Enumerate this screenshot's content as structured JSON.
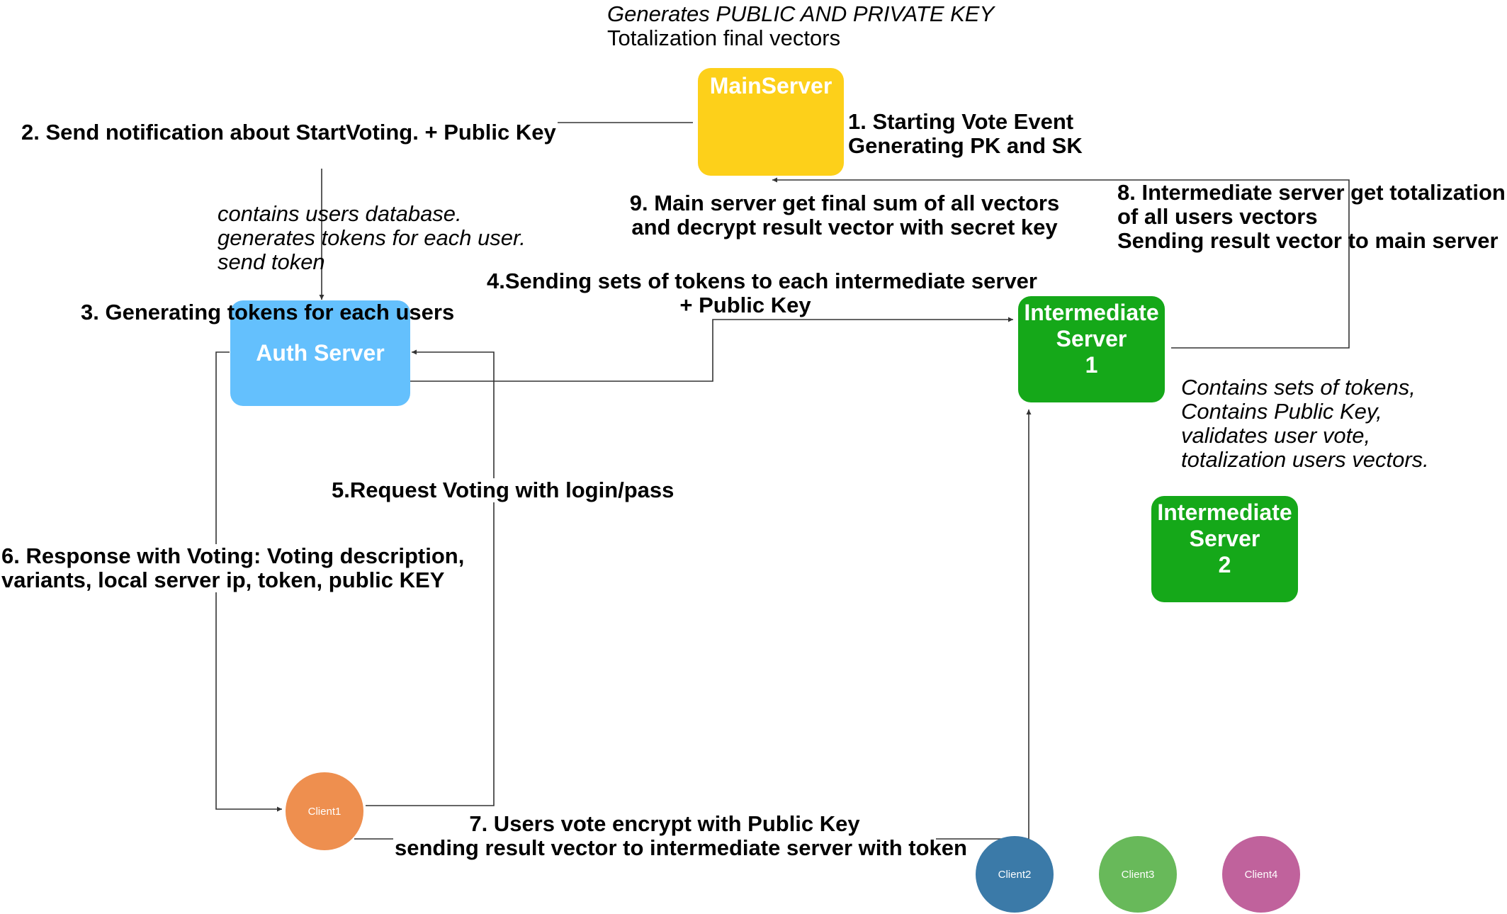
{
  "nodes": {
    "main_server": {
      "lines": [
        "MainServer"
      ],
      "color": "#fdd01a"
    },
    "auth_server": {
      "lines": [
        "Auth Server"
      ],
      "color": "#64c0fd"
    },
    "intermediate_1": {
      "lines": [
        "Intermediate",
        "Server",
        "1"
      ],
      "color": "#15a819"
    },
    "intermediate_2": {
      "lines": [
        "Intermediate",
        "Server",
        "2"
      ],
      "color": "#15a819"
    }
  },
  "clients": [
    {
      "label": "Client1",
      "color": "#ee8f4f"
    },
    {
      "label": "Client2",
      "color": "#3b7aa8"
    },
    {
      "label": "Client3",
      "color": "#68b95a"
    },
    {
      "label": "Client4",
      "color": "#c0629c"
    }
  ],
  "notes": {
    "main_server_note": [
      "Generates PUBLIC AND PRIVATE KEY",
      "Totalization  final vectors"
    ],
    "auth_server_note": [
      "contains users database.",
      "generates tokens for each user.",
      "send token"
    ],
    "intermediate_note": [
      "Contains sets of tokens,",
      " Contains Public Key,",
      "validates user vote,",
      "totalization users vectors."
    ]
  },
  "steps": {
    "step1": [
      "1. Starting Vote Event",
      "Generating PK and SK"
    ],
    "step2": [
      "2. Send notification about StartVoting. + Public Key"
    ],
    "step3": [
      "3. Generating tokens for each users"
    ],
    "step4": [
      "4.Sending sets of tokens to each intermediate server",
      "+ Public Key"
    ],
    "step5": [
      "5.Request Voting with login/pass"
    ],
    "step6": [
      "6. Response with Voting: Voting description,",
      "variants, local server ip, token, public KEY"
    ],
    "step7": [
      "7. Users vote encrypt with Public Key",
      "sending result vector to intermediate server with token"
    ],
    "step8": [
      "8. Intermediate server get totalization",
      "of all users vectors",
      "Sending result vector to main server"
    ],
    "step9": [
      "9. Main server get final sum of all vectors",
      " and decrypt result vector with secret key"
    ]
  },
  "colors": {
    "edge": "#333333"
  }
}
